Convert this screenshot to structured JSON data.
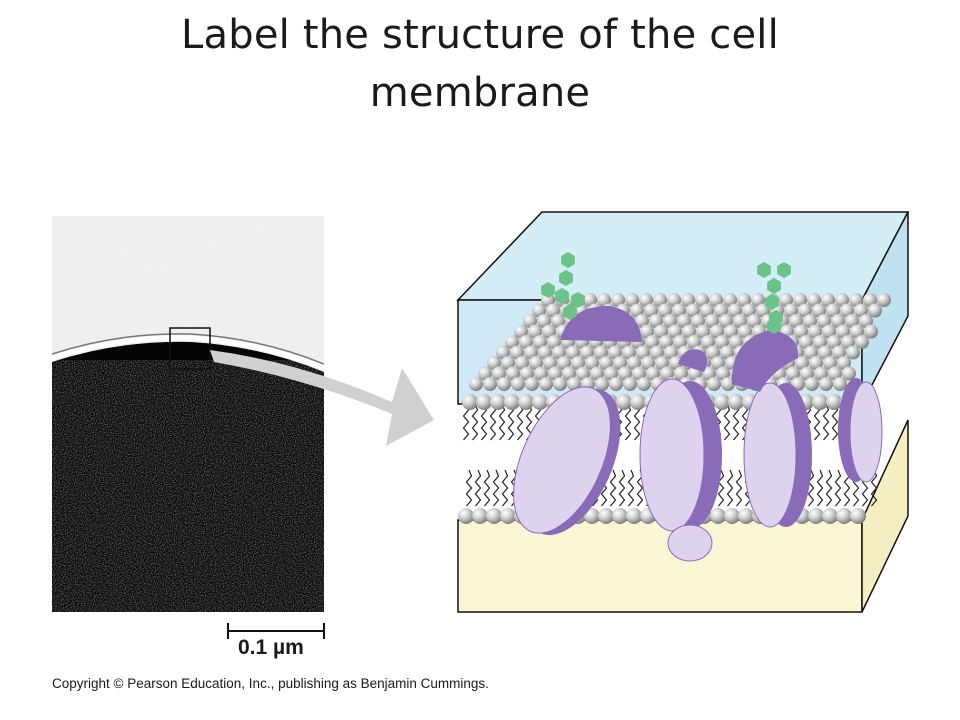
{
  "title": {
    "line1": "Label the structure of the cell",
    "line2": "membrane"
  },
  "scale_bar": {
    "label": "0.1 µm"
  },
  "copyright": "Copyright © Pearson Education, Inc., publishing as Benjamin Cummings.",
  "colors": {
    "extracellular": "#d4eef8",
    "cytoplasm": "#fbf7d6",
    "protein_light": "#ddd3ee",
    "protein_dark": "#8a6bb8",
    "carbohydrate": "#6cc389",
    "phospholipid_head": "#b8b8b8",
    "arrow": "#cfcfcf"
  }
}
